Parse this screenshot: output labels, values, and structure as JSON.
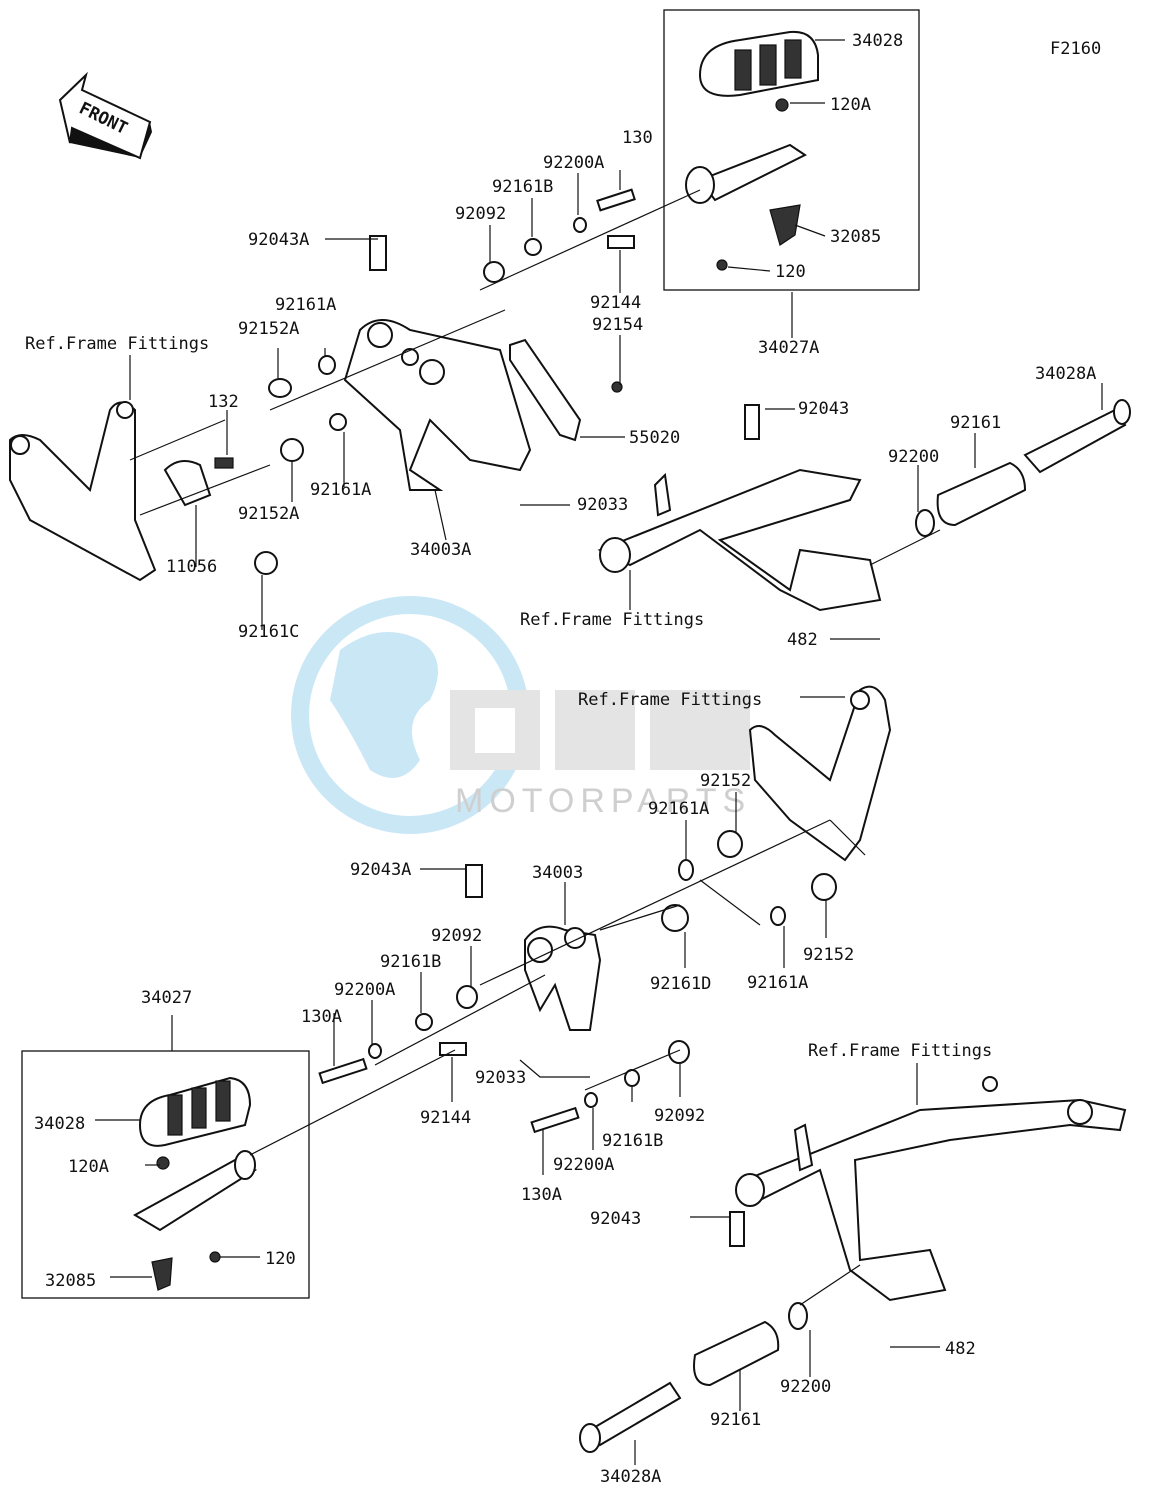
{
  "diagram": {
    "code": "F2160",
    "front_label": "FRONT",
    "watermark": {
      "brand": "OSM",
      "sub": "MOTORPARTS",
      "color": "#9fd4ef"
    },
    "labels": [
      "34028",
      "120A",
      "130",
      "92200A",
      "92161B",
      "92092",
      "92043A",
      "32085",
      "120",
      "92144",
      "92154",
      "34027A",
      "92161A",
      "92152A",
      "Ref.Frame Fittings",
      "132",
      "55020",
      "92043",
      "34028A",
      "92161",
      "92200",
      "92161A",
      "92152A",
      "92033",
      "34003A",
      "11056",
      "92161C",
      "Ref.Frame Fittings",
      "482",
      "Ref.Frame Fittings",
      "92152",
      "92161A",
      "92043A",
      "34003",
      "92092",
      "92161B",
      "92200A",
      "92161D",
      "92161A",
      "92152",
      "34027",
      "130A",
      "92033",
      "92144",
      "92092",
      "92161B",
      "34028",
      "92200A",
      "Ref.Frame Fittings",
      "120A",
      "130A",
      "92043",
      "120",
      "32085",
      "482",
      "92200",
      "92161",
      "34028A"
    ]
  }
}
